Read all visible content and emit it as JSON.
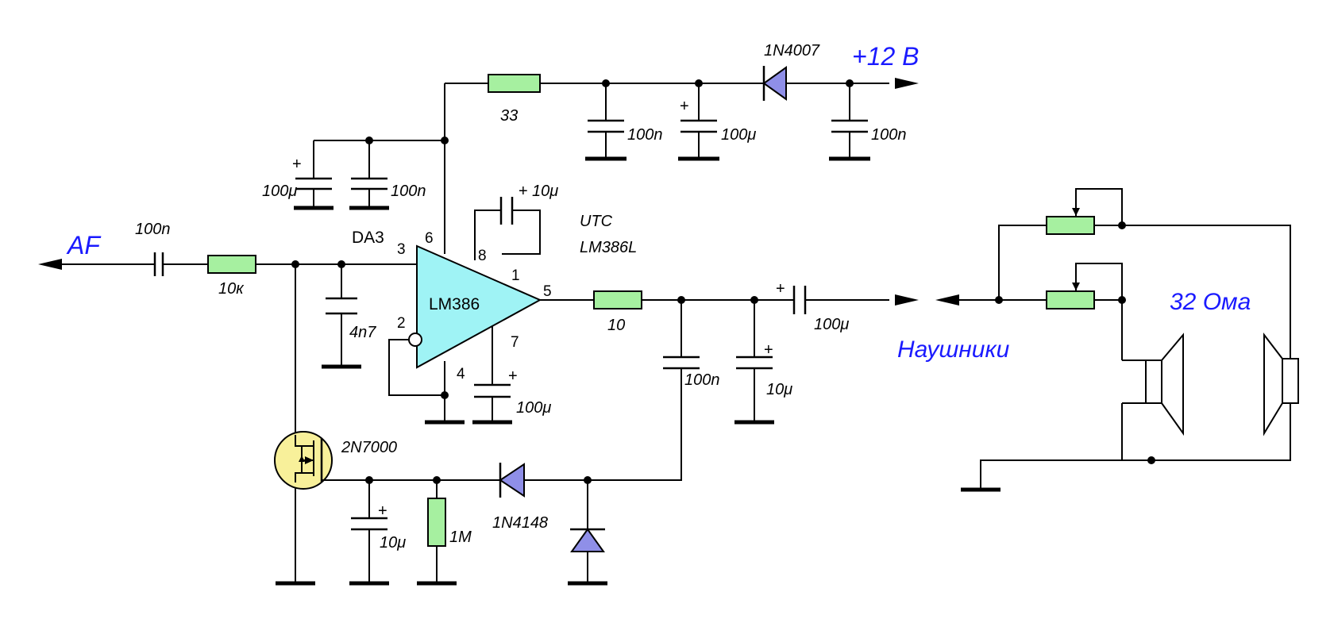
{
  "labels": {
    "af": "AF",
    "supply": "+12 В",
    "headphones": "Наушники",
    "impedance": "32 Ома",
    "ic_ref": "DA3",
    "ic_name": "LM386",
    "ic_maker": "UTC",
    "ic_part": "LM386L",
    "mosfet": "2N7000",
    "diode_supply": "1N4007",
    "diode_detect": "1N4148"
  },
  "values": {
    "c_in": "100n",
    "r_in": "10к",
    "c_4n7": "4n7",
    "c_dec_100u": "100μ",
    "c_dec_100n": "100n",
    "r_33": "33",
    "c_sup_100n_a": "100n",
    "c_sup_100u": "100μ",
    "c_sup_100n_b": "100n",
    "c_gain": "10μ",
    "c_bypass": "100μ",
    "r_out": "10",
    "c_zobel": "100n",
    "c_out_10u": "10μ",
    "c_out_100u": "100μ",
    "c_det_10u": "10μ",
    "r_det": "1M"
  },
  "pins": {
    "p2": "2",
    "p3": "3",
    "p4": "4",
    "p5": "5",
    "p6": "6",
    "p7": "7",
    "p8": "8",
    "p1": "1"
  },
  "polarity_mark": "+",
  "colors": {
    "resistor": "#a6f0a0",
    "diode": "#8f8fe8",
    "opamp": "#9ff3f5",
    "mosfet": "#f8f09a",
    "label_blue": "#1a1aff"
  }
}
